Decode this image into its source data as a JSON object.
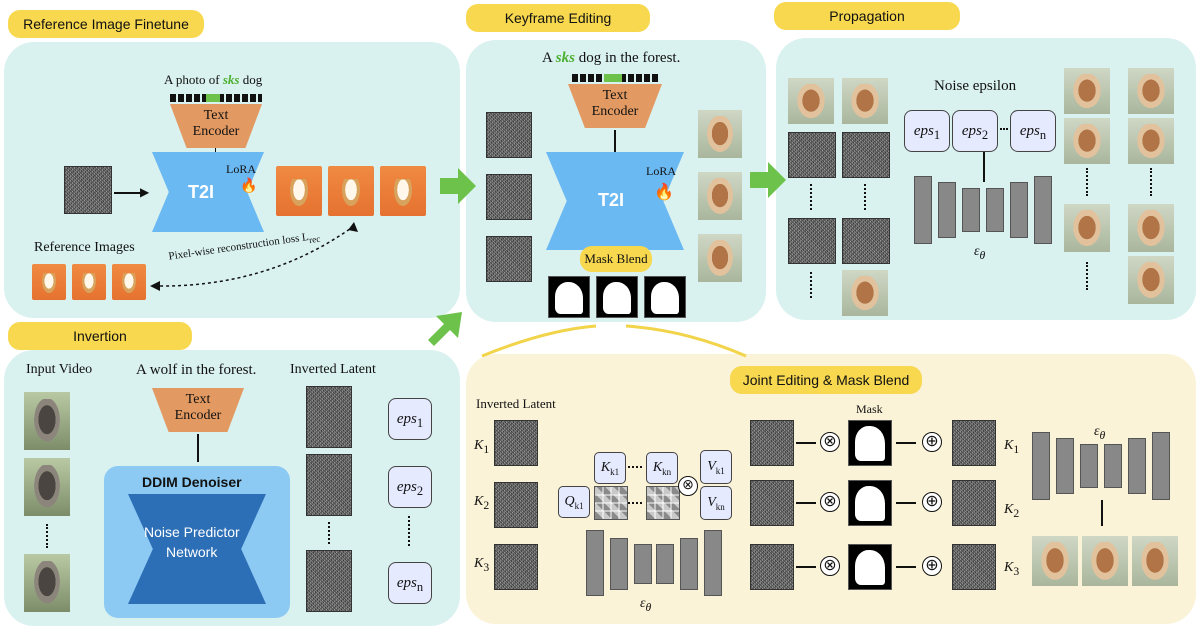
{
  "sections": {
    "reference": "Reference Image Finetune",
    "keyframe": "Keyframe Editing",
    "propagation": "Propagation",
    "invertion": "Invertion",
    "joint": "Joint Editing & Mask Blend"
  },
  "reference": {
    "prompt_prefix": "A photo of ",
    "prompt_token": "sks",
    "prompt_suffix": " dog",
    "encoder_line1": "Text",
    "encoder_line2": "Encoder",
    "model": "T2I",
    "lora": "LoRA",
    "ref_images_label": "Reference Images",
    "loss_label": "Pixel-wise reconstruction loss L",
    "loss_sub": "rec"
  },
  "keyframe": {
    "prompt_prefix": "A ",
    "prompt_token": "sks",
    "prompt_suffix": " dog in the forest.",
    "encoder_line1": "Text",
    "encoder_line2": "Encoder",
    "model": "T2I",
    "lora": "LoRA",
    "mask_blend": "Mask Blend"
  },
  "propagation": {
    "noise_label": "Noise epsilon",
    "eps1": "eps",
    "eps1_sub": "1",
    "eps2": "eps",
    "eps2_sub": "2",
    "epsn": "eps",
    "epsn_sub": "n",
    "eps_theta": "ε",
    "eps_theta_sub": "θ"
  },
  "invertion": {
    "input_video": "Input Video",
    "prompt": "A wolf in the forest.",
    "encoder_line1": "Text",
    "encoder_line2": "Encoder",
    "denoiser": "DDIM Denoiser",
    "net_line1": "Noise Predictor",
    "net_line2": "Network",
    "inverted_latent": "Inverted Latent",
    "eps1": "eps",
    "eps1_sub": "1",
    "eps2": "eps",
    "eps2_sub": "2",
    "epsn": "eps",
    "epsn_sub": "n"
  },
  "joint": {
    "inverted_latent": "Inverted Latent",
    "k1": "K",
    "k1_sub": "1",
    "k2": "K",
    "k2_sub": "2",
    "k3": "K",
    "k3_sub": "3",
    "q": "Q",
    "q_sub": "k1",
    "kk1": "K",
    "kk1_sub": "k1",
    "kkn": "K",
    "kkn_sub": "kn",
    "vk1": "V",
    "vk1_sub": "k1",
    "vkn": "V",
    "vkn_sub": "kn",
    "mask": "Mask",
    "eps_theta": "ε",
    "eps_theta_sub": "θ",
    "r1": "K",
    "r1_sub": "1",
    "r2": "K",
    "r2_sub": "2",
    "r3": "K",
    "r3_sub": "3",
    "otimes": "⊗",
    "oplus": "⊕"
  },
  "colors": {
    "panel": "#d9f2ef",
    "joint_panel": "#fbf3d7",
    "pill": "#f7d84f",
    "encoder": "#e39a62",
    "t2i": "#6bb9f3",
    "green_arrow": "#6cc24a",
    "token_green": "#6cc24a"
  },
  "icons": [
    "fire-icon",
    "arrow-icon",
    "otimes-icon",
    "oplus-icon"
  ]
}
